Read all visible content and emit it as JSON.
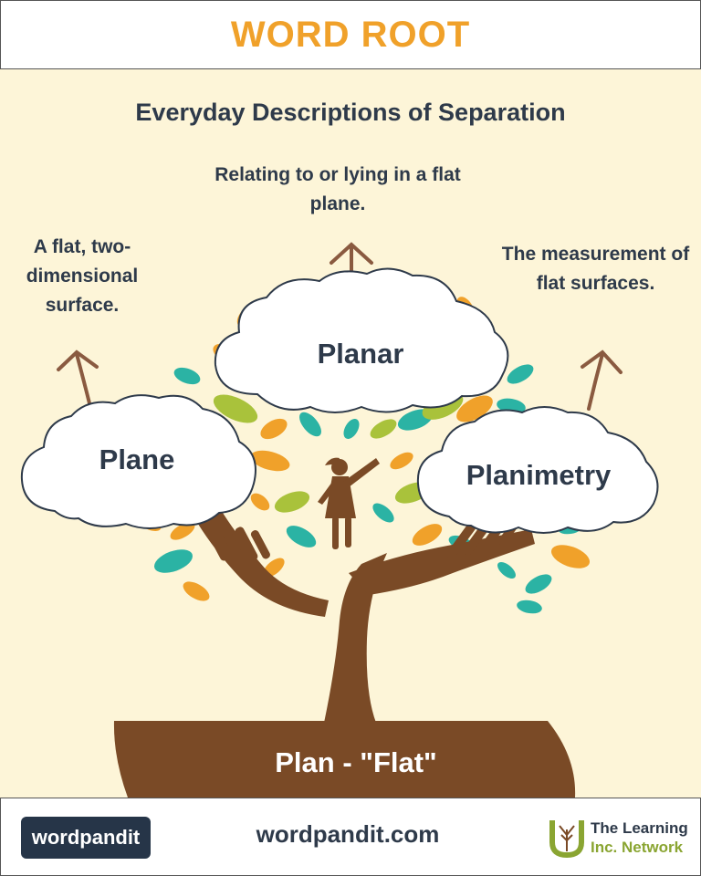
{
  "header": {
    "title": "WORD ROOT"
  },
  "subtitle": "Everyday Descriptions of Separation",
  "words": [
    {
      "word": "Planar",
      "definition": "Relating to or lying in a flat plane."
    },
    {
      "word": "Plane",
      "definition": "A flat, two-dimensional surface."
    },
    {
      "word": "Planimetry",
      "definition": "The measurement of flat surfaces."
    }
  ],
  "root": "Plan - \"Flat\"",
  "footer": {
    "brand": "wordpandit",
    "url": "wordpandit.com",
    "network_line1": "The Learning",
    "network_line2": "Inc. Network"
  },
  "colors": {
    "accent": "#f0a12a",
    "text": "#2e3a4a",
    "trunk": "#7a4a26",
    "background": "#fdf5d8",
    "leaf_teal": "#2bb3a4",
    "leaf_green": "#a9c23b",
    "leaf_orange": "#f0a12a"
  }
}
